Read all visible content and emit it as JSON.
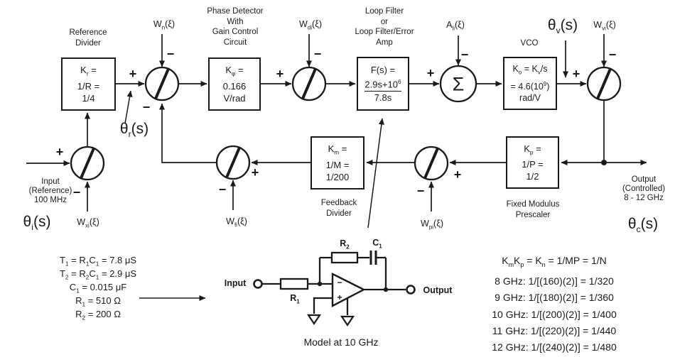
{
  "blocks": {
    "reference_divider": {
      "caption": [
        "Reference",
        "Divider"
      ],
      "lines": [
        [
          {
            "t": "K"
          },
          {
            "s": "r"
          },
          {
            "t": " ="
          }
        ],
        [
          {
            "t": "1/R ="
          }
        ],
        [
          {
            "t": "1/4"
          }
        ]
      ]
    },
    "phase_detector": {
      "caption": [
        "Phase Detector",
        "With",
        "Gain Control",
        "Circuit"
      ],
      "lines": [
        [
          {
            "t": "K"
          },
          {
            "s": "φ"
          },
          {
            "t": " ="
          }
        ],
        [
          {
            "t": "0.166"
          }
        ],
        [
          {
            "t": "V/rad"
          }
        ]
      ]
    },
    "loop_filter": {
      "caption": [
        "Loop Filter",
        "or",
        "Loop Filter/Error",
        "Amp"
      ],
      "lines": [
        [
          {
            "t": "F(s) ="
          }
        ],
        [
          {
            "t": "2.9s+10"
          },
          {
            "p": "6"
          }
        ],
        [
          {
            "t": "7.8s"
          }
        ]
      ]
    },
    "vco": {
      "caption": [
        "VCO"
      ],
      "lines": [
        [
          {
            "t": "K"
          },
          {
            "s": "o"
          },
          {
            "t": " = K"
          },
          {
            "s": "v"
          },
          {
            "t": "/s"
          }
        ],
        [
          {
            "t": "= 4.6(10"
          },
          {
            "p": "9"
          },
          {
            "t": ")"
          }
        ],
        [
          {
            "t": "rad/V"
          }
        ]
      ]
    },
    "feedback_divider": {
      "caption": [
        "Feedback",
        "Divider"
      ],
      "lines": [
        [
          {
            "t": "K"
          },
          {
            "s": "m"
          },
          {
            "t": " ="
          }
        ],
        [
          {
            "t": "1/M ="
          }
        ],
        [
          {
            "t": "1/200"
          }
        ]
      ]
    },
    "prescaler": {
      "caption": [
        "Fixed Modulus",
        "Prescaler"
      ],
      "lines": [
        [
          {
            "t": "K"
          },
          {
            "s": "p"
          },
          {
            "t": " ="
          }
        ],
        [
          {
            "t": "1/P ="
          }
        ],
        [
          {
            "t": "1/2"
          }
        ]
      ]
    }
  },
  "signals": {
    "wn": [
      {
        "t": "W"
      },
      {
        "s": "n"
      },
      {
        "t": "(ξ)"
      }
    ],
    "wdi": [
      {
        "t": "W"
      },
      {
        "s": "di"
      },
      {
        "t": "(ξ)"
      }
    ],
    "ali": [
      {
        "t": "A"
      },
      {
        "s": "li"
      },
      {
        "t": "(ξ)"
      }
    ],
    "wvi": [
      {
        "t": "W"
      },
      {
        "s": "vi"
      },
      {
        "t": "(ξ)"
      }
    ],
    "wxi": [
      {
        "t": "W"
      },
      {
        "s": "xi"
      },
      {
        "t": "(ξ)"
      }
    ],
    "wfi": [
      {
        "t": "W"
      },
      {
        "s": "fi"
      },
      {
        "t": "(ξ)"
      }
    ],
    "wpi": [
      {
        "t": "W"
      },
      {
        "s": "pi"
      },
      {
        "t": "(ξ)"
      }
    ],
    "theta_v": [
      {
        "t": "θ"
      },
      {
        "s": "v"
      },
      {
        "t": "(s)"
      }
    ],
    "theta_r": [
      {
        "t": "θ"
      },
      {
        "s": "r"
      },
      {
        "t": "(s)"
      }
    ],
    "theta_i": [
      {
        "t": "θ"
      },
      {
        "s": "i"
      },
      {
        "t": "(s)"
      }
    ],
    "theta_c": [
      {
        "t": "θ"
      },
      {
        "s": "c"
      },
      {
        "t": "(s)"
      }
    ],
    "sigma": "Σ"
  },
  "io": {
    "input": [
      "Input",
      "(Reference)",
      "100 MHz"
    ],
    "output": [
      "Output",
      "(Controlled)",
      "8 - 12 GHz"
    ]
  },
  "signs": {
    "plus": "+",
    "minus": "−"
  },
  "equations_left": [
    [
      {
        "t": "T"
      },
      {
        "s": "1"
      },
      {
        "t": " = R"
      },
      {
        "s": "1"
      },
      {
        "t": "C"
      },
      {
        "s": "1"
      },
      {
        "t": " = 7.8 μS"
      }
    ],
    [
      {
        "t": "T"
      },
      {
        "s": "2"
      },
      {
        "t": " = R"
      },
      {
        "s": "2"
      },
      {
        "t": "C"
      },
      {
        "s": "1"
      },
      {
        "t": " = 2.9 μS"
      }
    ],
    [
      {
        "t": "C"
      },
      {
        "s": "1"
      },
      {
        "t": " = 0.015 μF"
      }
    ],
    [
      {
        "t": "R"
      },
      {
        "s": "1"
      },
      {
        "t": " = 510 Ω"
      }
    ],
    [
      {
        "t": "R"
      },
      {
        "s": "2"
      },
      {
        "t": " = 200 Ω"
      }
    ]
  ],
  "equations_right": [
    [
      {
        "t": "K"
      },
      {
        "s": "m"
      },
      {
        "t": "K"
      },
      {
        "s": "p"
      },
      {
        "t": " = K"
      },
      {
        "s": "n"
      },
      {
        "t": " = 1/MP = 1/N"
      }
    ],
    [
      {
        "t": "8 GHz: 1/[(160)(2)] = 1/320"
      }
    ],
    [
      {
        "t": "9 GHz: 1/[(180)(2)] = 1/360"
      }
    ],
    [
      {
        "t": "10 GHz: 1/[(200)(2)] = 1/400"
      }
    ],
    [
      {
        "t": "11 GHz: 1/[(220)(2)] = 1/440"
      }
    ],
    [
      {
        "t": "12 GHz: 1/[(240)(2)] = 1/480"
      }
    ]
  ],
  "opamp": {
    "input_label": "Input",
    "output_label": "Output",
    "r1": [
      {
        "t": "R"
      },
      {
        "s": "1"
      }
    ],
    "r2": [
      {
        "t": "R"
      },
      {
        "s": "2"
      }
    ],
    "c1": [
      {
        "t": "C"
      },
      {
        "s": "1"
      }
    ],
    "caption": "Model at 10 GHz"
  }
}
